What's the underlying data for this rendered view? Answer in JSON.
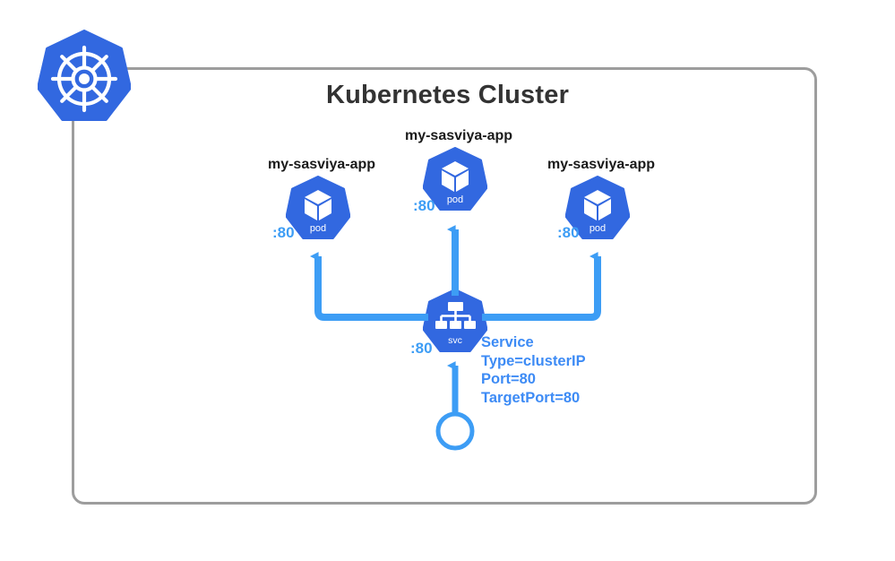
{
  "diagram": {
    "title": "Kubernetes Cluster",
    "logo_icon": "kubernetes-helm-wheel-icon",
    "colors": {
      "node_blue": "#3268e0",
      "edge_blue": "#3d9df5",
      "annotation_blue": "#3d8bf5",
      "border_gray": "#9d9d9d",
      "title_gray": "#333333"
    }
  },
  "pods": [
    {
      "id": "pod-left",
      "caption": "my-sasviya-app",
      "icon": "pod-cube-icon",
      "kind_label": "pod",
      "port": ":80"
    },
    {
      "id": "pod-middle",
      "caption": "my-sasviya-app",
      "icon": "pod-cube-icon",
      "kind_label": "pod",
      "port": ":80"
    },
    {
      "id": "pod-right",
      "caption": "my-sasviya-app",
      "icon": "pod-cube-icon",
      "kind_label": "pod",
      "port": ":80"
    }
  ],
  "service": {
    "id": "service-node",
    "icon": "service-hierarchy-icon",
    "kind_label": "svc",
    "port": ":80",
    "annotation": [
      "Service",
      "Type=clusterIP",
      "Port=80",
      "TargetPort=80"
    ]
  },
  "client": {
    "id": "client-endpoint",
    "icon": "client-ring-icon"
  }
}
